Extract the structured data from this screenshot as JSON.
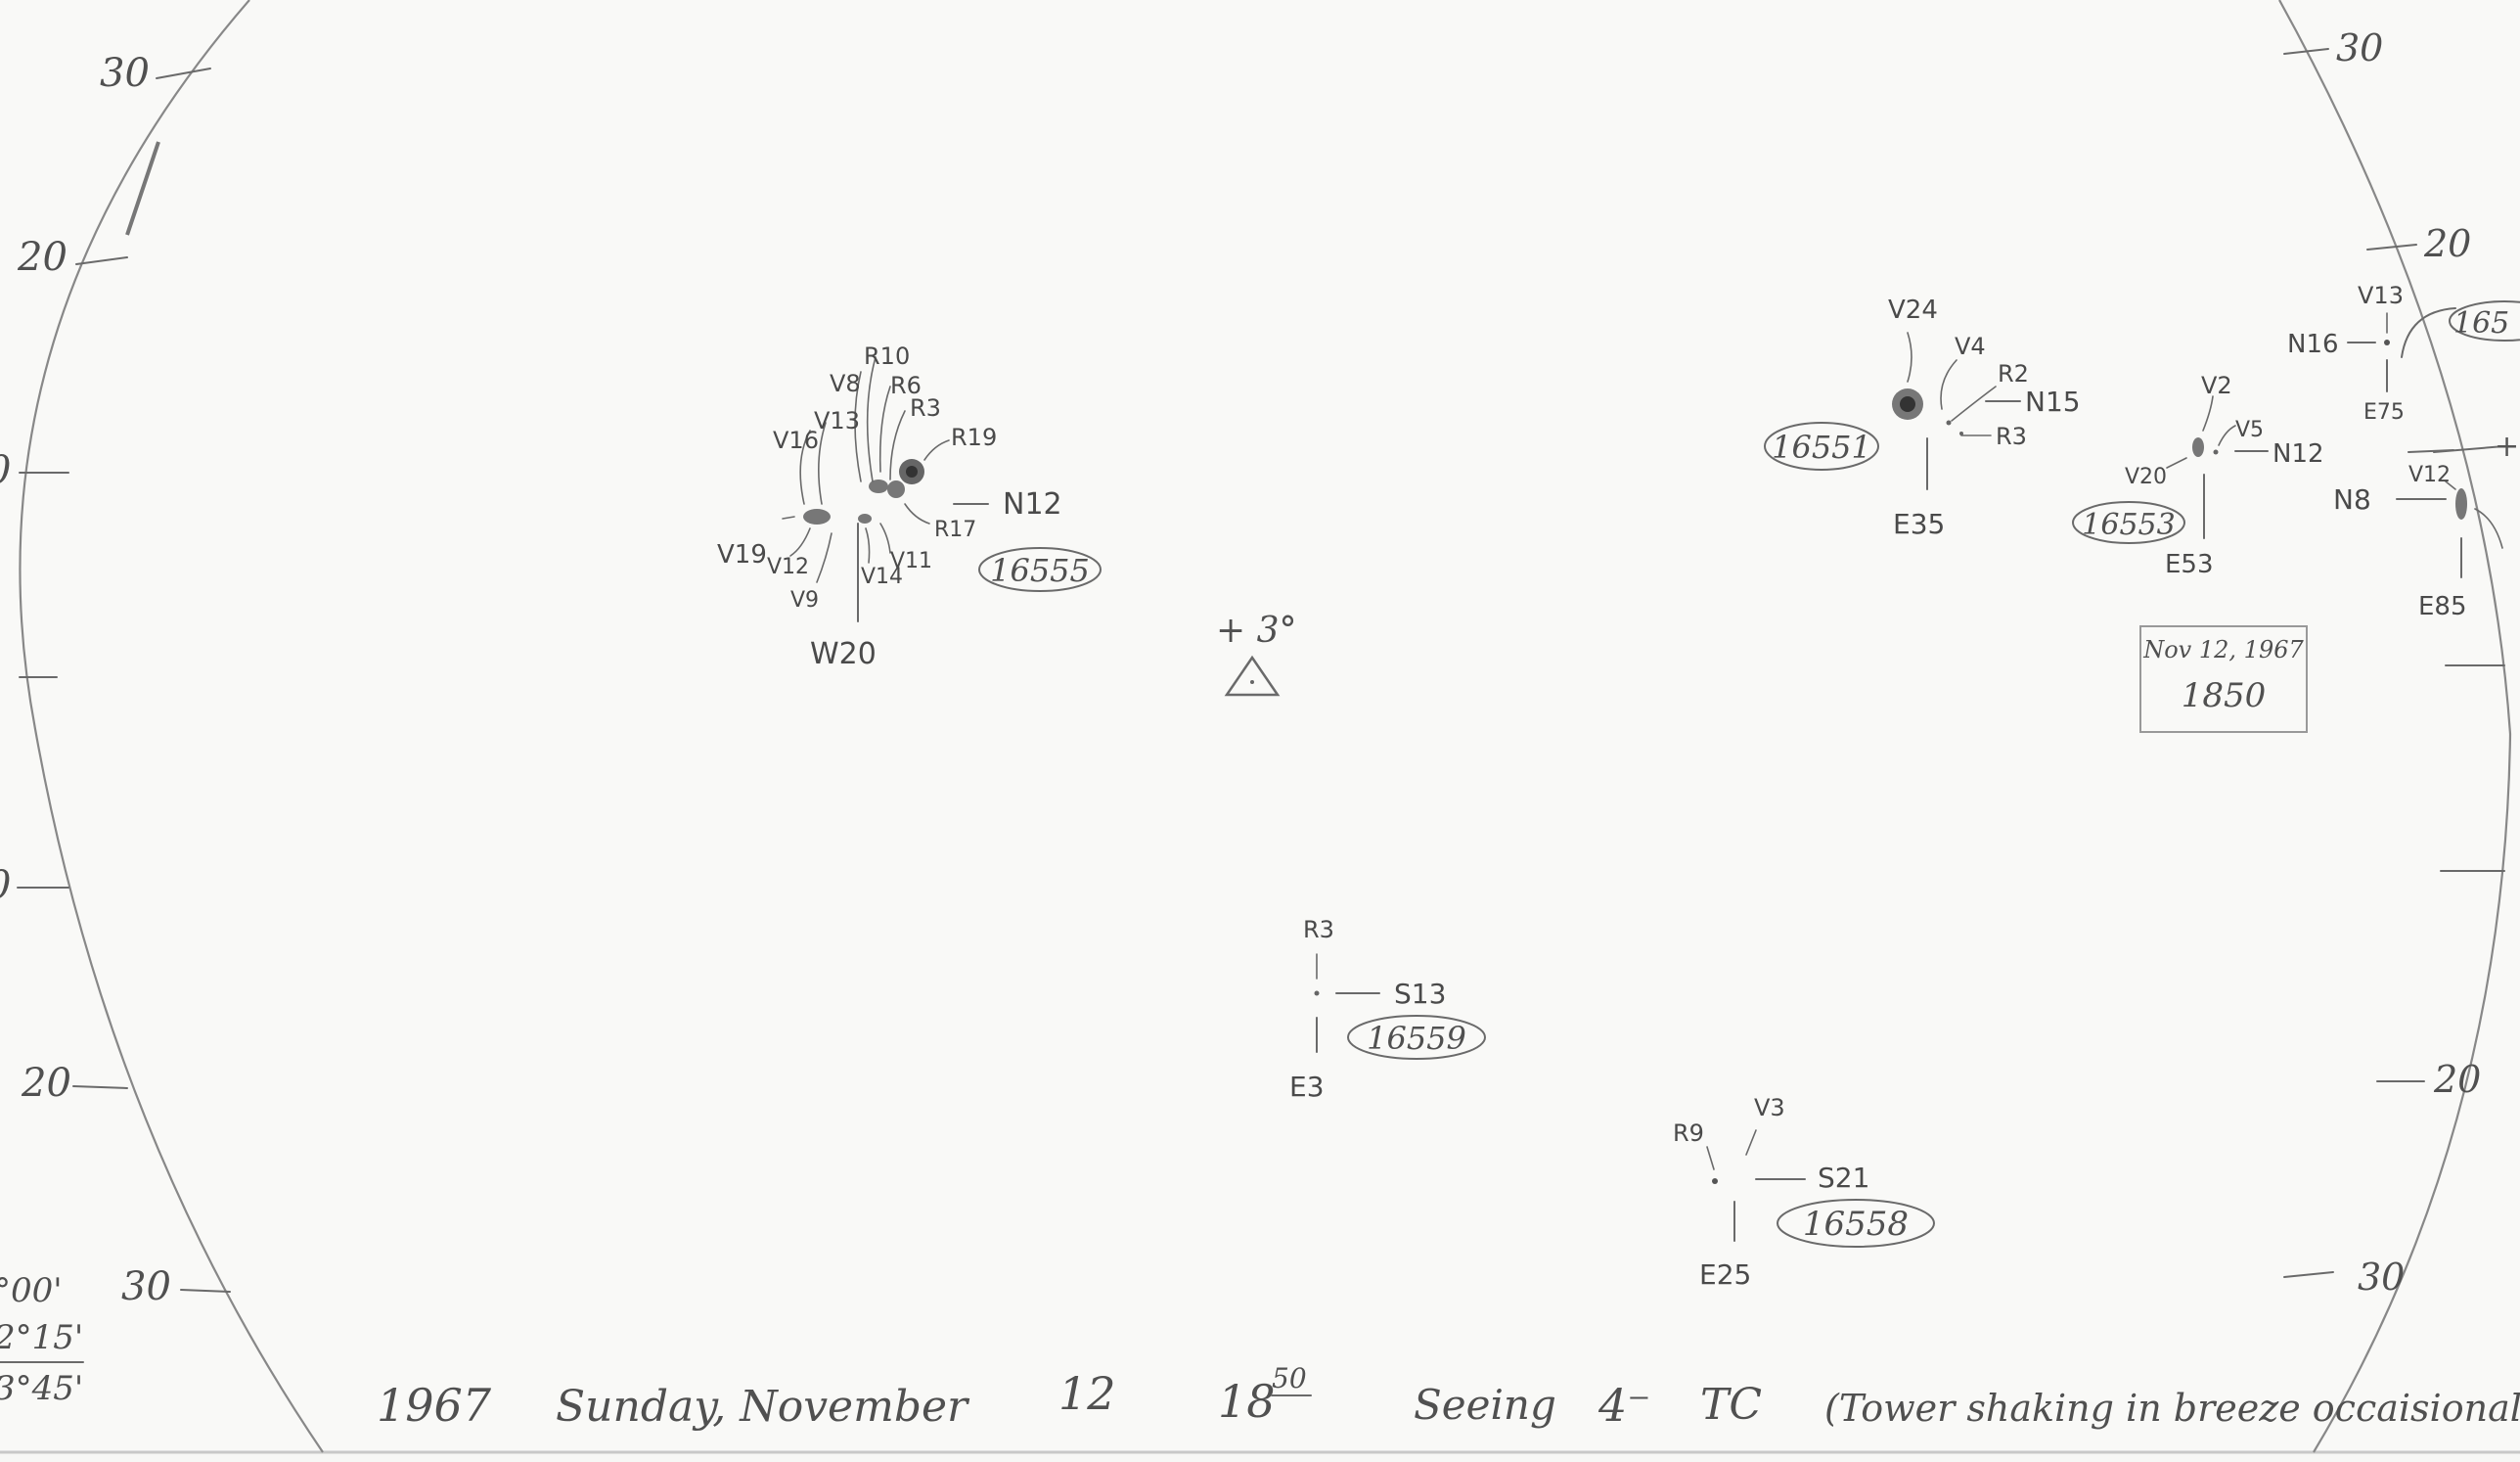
{
  "scale": {
    "left_ticks": [
      "30",
      "20",
      "0",
      "0",
      "20",
      "30"
    ],
    "right_ticks": [
      "30",
      "20",
      "20",
      "30"
    ]
  },
  "coords_left": [
    "°00'",
    "2°15'",
    "3°45'"
  ],
  "center": {
    "label": "+ 3°"
  },
  "regions": {
    "r16555": {
      "number": "16555",
      "axis_n": "N12",
      "axis_w": "W20",
      "spots": [
        "V16",
        "V13",
        "V8",
        "R10",
        "R6",
        "R3",
        "R19",
        "V19",
        "V12",
        "V9",
        "V14",
        "V11",
        "R17"
      ]
    },
    "r16551": {
      "number": "16551",
      "axis_n": "N15",
      "axis_e": "E35",
      "spots": [
        "V24",
        "V4",
        "R2",
        "R3"
      ]
    },
    "r16553": {
      "number": "16553",
      "axis_n": "N12",
      "axis_e": "E53",
      "spots": [
        "V2",
        "V5",
        "V20"
      ]
    },
    "r_edge_upper": {
      "number": "165",
      "axis_n": "N16",
      "axis_e": "E75",
      "spots": [
        "V13"
      ]
    },
    "r_edge_lower": {
      "axis_n": "N8",
      "axis_e": "E85",
      "spots": [
        "V12"
      ]
    },
    "r16559": {
      "number": "16559",
      "axis_s": "S13",
      "axis_e": "E3",
      "spots": [
        "R3"
      ]
    },
    "r16558": {
      "number": "16558",
      "axis_s": "S21",
      "axis_e": "E25",
      "spots": [
        "R9",
        "V3"
      ]
    }
  },
  "stamp": {
    "date": "Nov 12, 1967",
    "time": "1850"
  },
  "footer": {
    "year": "1967",
    "day": "Sunday, November",
    "daynum": "12",
    "hour": "18",
    "minute": "50",
    "seeing": "Seeing",
    "seeing_val": "4⁻",
    "tc": "TC",
    "note": "(Tower shaking in breeze occaisionally)"
  }
}
